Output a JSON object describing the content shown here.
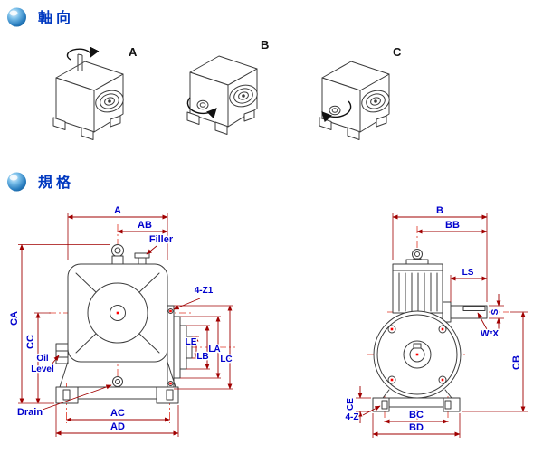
{
  "page": {
    "background": "#ffffff"
  },
  "colors": {
    "section_title": "#0038c0",
    "dimension_label": "#0000cd",
    "dimension_line": "#a00000",
    "centerline": "#e03323",
    "drawing_line": "#3c3c3c",
    "hole_marker": "#ff0000",
    "bullet_icon": "#3f8fc9"
  },
  "sections": {
    "axial": {
      "title": "軸向"
    },
    "spec": {
      "title": "規格"
    }
  },
  "axial": {
    "variants": [
      {
        "label": "A"
      },
      {
        "label": "B"
      },
      {
        "label": "C"
      }
    ]
  },
  "front_view": {
    "dims": {
      "A": "A",
      "AB": "AB",
      "CA": "CA",
      "CC": "CC",
      "AC": "AC",
      "AD": "AD",
      "LE": "LE",
      "LB": "LB",
      "LA": "LA",
      "LC": "LC",
      "Z1": "4-Z1"
    },
    "annotations": {
      "filler": "Filler",
      "oil_line1": "Oil",
      "oil_line2": "Level",
      "drain": "Drain"
    }
  },
  "side_view": {
    "dims": {
      "B": "B",
      "BB": "BB",
      "LS": "LS",
      "S": "S",
      "CB": "CB",
      "CE": "CE",
      "BC": "BC",
      "BD": "BD",
      "Z": "4-Z"
    },
    "annotations": {
      "keyway": "W*X"
    }
  }
}
